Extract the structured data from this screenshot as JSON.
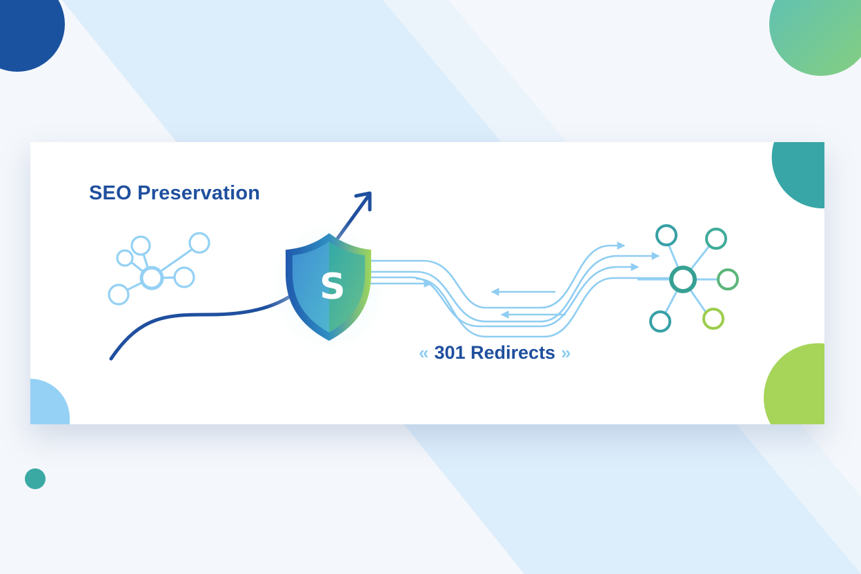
{
  "banner": {
    "title": "SEO Preservation",
    "redirect_label": "301 Redirects",
    "redirect_chevron_left": "«",
    "redirect_chevron_right": "»",
    "shield_letter": "S"
  },
  "icons": {
    "left": "network-graph-icon",
    "center": "shield-icon",
    "growth": "growth-arrow-icon",
    "flows": "redirect-flow-arrows-icon",
    "right": "hub-network-icon"
  },
  "colors": {
    "background": "#f4f7fb",
    "band": "#dcedfb",
    "navy": "#1f4f9e",
    "sky": "#8fcdf2",
    "teal": "#37a5a3",
    "green": "#a6d55a",
    "card": "#ffffff"
  }
}
